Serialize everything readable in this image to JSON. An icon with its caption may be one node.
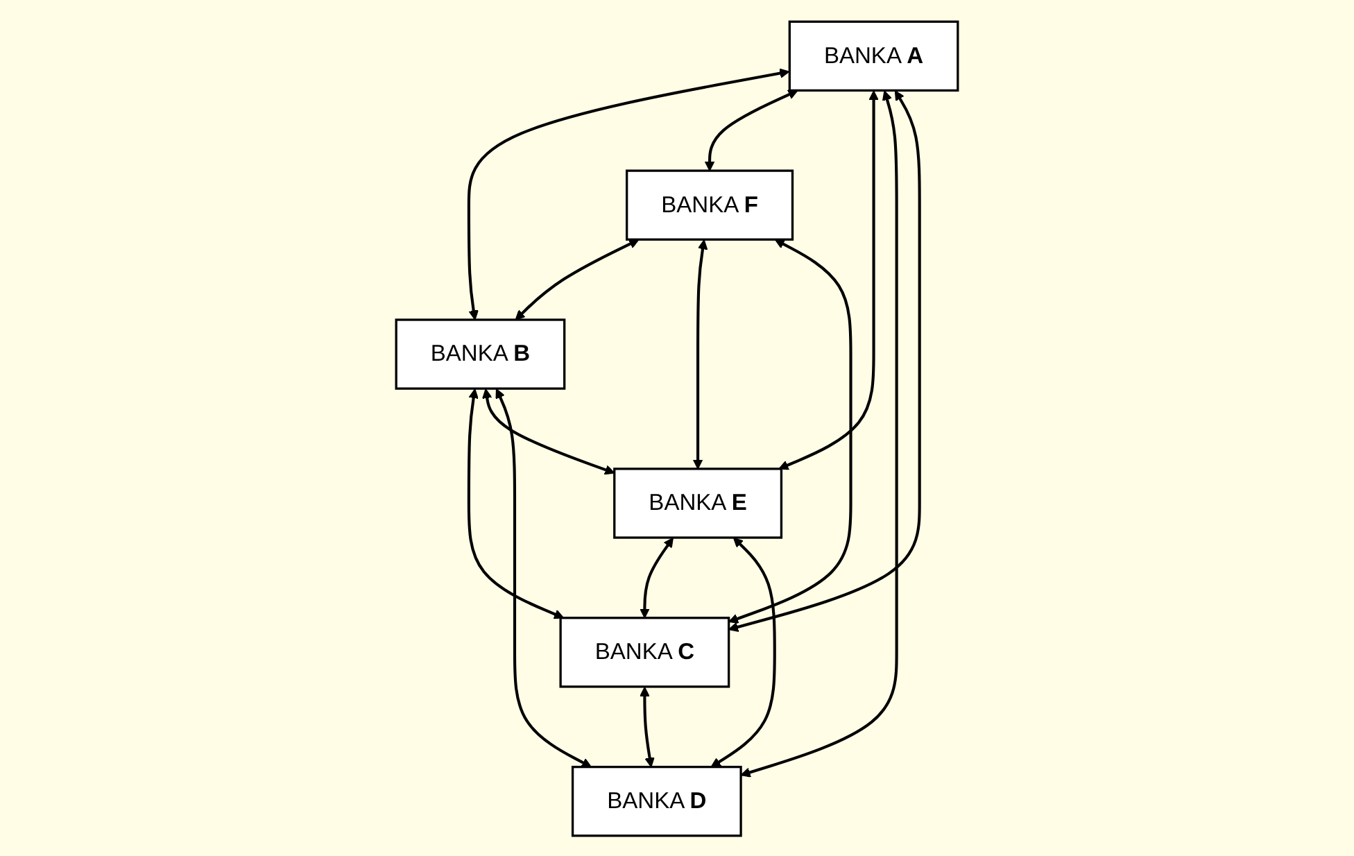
{
  "diagram": {
    "nodes": [
      {
        "text": [
          "BANKA **A**"
        ]
      },
      {
        "text": [
          "BANKA **F**"
        ]
      },
      {
        "text": [
          "BANKA **B**"
        ]
      },
      {
        "text": [
          "BANKA **E**"
        ]
      },
      {
        "text": [
          "BANKA **C**"
        ]
      },
      {
        "text": [
          "BANKA **D**"
        ]
      }
    ],
    "edges": [
      {
        "from": 0,
        "to": 2,
        "arrow": "both"
      },
      {
        "from": 0,
        "to": 1,
        "arrow": "both"
      },
      {
        "from": 1,
        "to": 2,
        "arrow": "both"
      },
      {
        "from": 1,
        "to": 3,
        "arrow": "both"
      },
      {
        "from": 2,
        "to": 4,
        "arrow": "both"
      },
      {
        "from": 0,
        "to": 3,
        "arrow": "both"
      },
      {
        "from": 0,
        "to": 5,
        "arrow": "both"
      },
      {
        "from": 0,
        "to": 4,
        "arrow": "both"
      },
      {
        "from": 1,
        "to": 4,
        "arrow": "both"
      },
      {
        "from": 2,
        "to": 3,
        "arrow": "both"
      },
      {
        "from": 2,
        "to": 5,
        "arrow": "both"
      },
      {
        "from": 3,
        "to": 4,
        "arrow": "both"
      },
      {
        "from": 3,
        "to": 5,
        "arrow": "both"
      },
      {
        "from": 4,
        "to": 5,
        "arrow": "both"
      }
    ]
  }
}
